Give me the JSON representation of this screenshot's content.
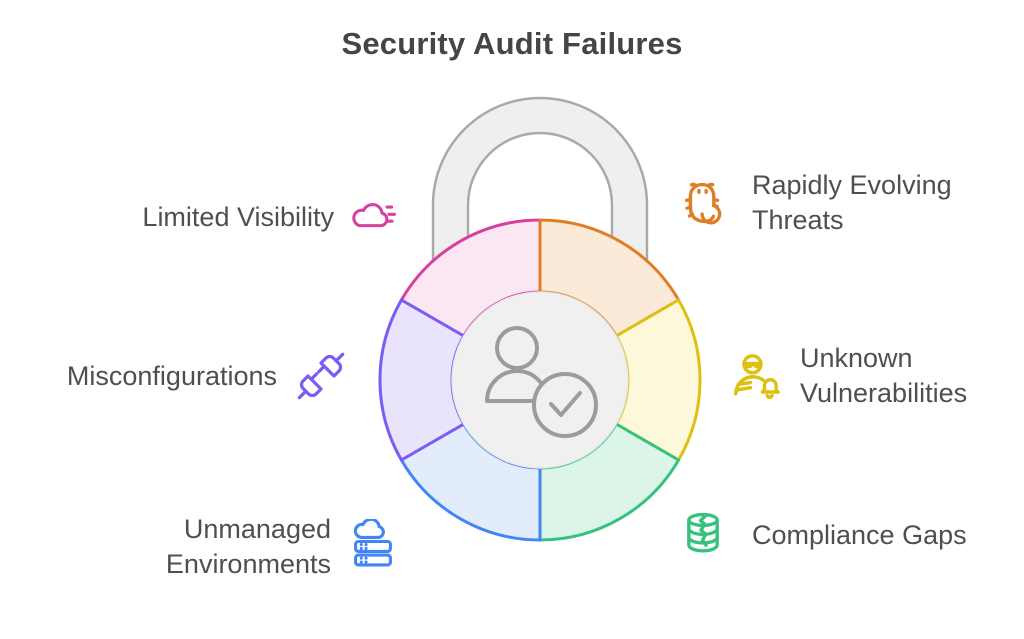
{
  "title": "Security Audit Failures",
  "colors": {
    "title_text": "#454545",
    "label_text": "#4f4f4f",
    "shackle_fill": "#efefef",
    "shackle_stroke": "#a9a9a9",
    "hub_fill": "#f0f0f0",
    "hub_icon_stroke": "#9c9c9c"
  },
  "items": [
    {
      "id": "limited-visibility",
      "icon": "cloud-dashes-icon",
      "lines": [
        "Limited Visibility"
      ],
      "color": "#d6409f",
      "fill": "#fbe7f3"
    },
    {
      "id": "rapidly-evolving-threats",
      "icon": "scorpion-icon",
      "lines": [
        "Rapidly Evolving",
        "Threats"
      ],
      "color": "#de7f28",
      "fill": "#fcead9"
    },
    {
      "id": "unknown-vulnerabilities",
      "icon": "spy-bell-icon",
      "lines": [
        "Unknown",
        "Vulnerabilities"
      ],
      "color": "#ddc112",
      "fill": "#fdf8d9"
    },
    {
      "id": "compliance-gaps",
      "icon": "database-crack-icon",
      "lines": [
        "Compliance Gaps"
      ],
      "color": "#36c17d",
      "fill": "#dbf6e8"
    },
    {
      "id": "unmanaged-environments",
      "icon": "cloud-server-icon",
      "lines": [
        "Unmanaged",
        "Environments"
      ],
      "color": "#4285f4",
      "fill": "#e2ecfb"
    },
    {
      "id": "misconfigurations",
      "icon": "plug-disconnected-icon",
      "lines": [
        "Misconfigurations"
      ],
      "color": "#7c5cf3",
      "fill": "#e9e4fc"
    }
  ]
}
